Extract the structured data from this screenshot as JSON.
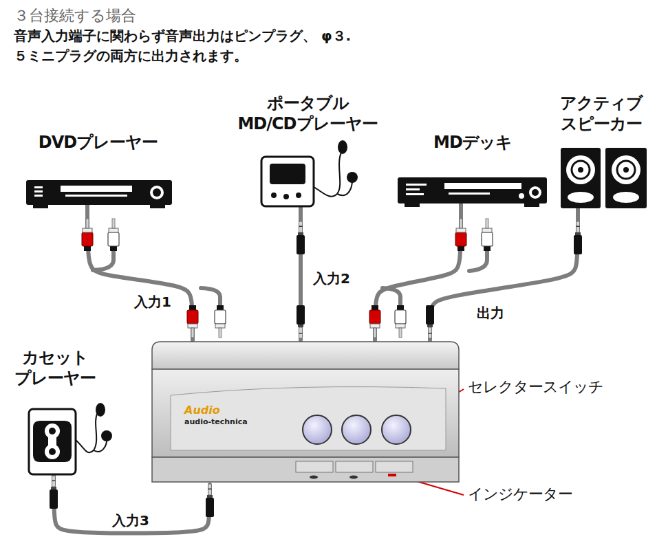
{
  "diagram": {
    "title": "３台接続する場合",
    "nodes": [
      {
        "text": [
          "DVDプレーヤー"
        ]
      },
      {
        "text": [
          "ポータブル MD/CDプレーヤー"
        ]
      },
      {
        "text": [
          "MDデッキ"
        ]
      },
      {
        "text": [
          "アクティブ スピーカー"
        ]
      },
      {
        "text": [
          "カセット プレーヤー"
        ]
      },
      {
        "text": [
          "Audio",
          "audio-technica"
        ]
      }
    ],
    "edges": [
      {
        "from": 0,
        "to": 5,
        "label": "入力1",
        "arrow": "none"
      },
      {
        "from": 1,
        "to": 5,
        "label": "入力2",
        "arrow": "none"
      },
      {
        "from": 5,
        "to": 2,
        "arrow": "none"
      },
      {
        "from": 5,
        "to": 3,
        "label": "出力",
        "arrow": "none"
      },
      {
        "from": 4,
        "to": 5,
        "label": "入力3",
        "arrow": "none"
      }
    ],
    "labels": [
      "音声入力端子に関わらず音声出力はピンプラグ、 φ３.５ミニプラグの両方に出力されます。",
      "1",
      "2",
      "3",
      "セレクタースイッチ",
      "インジケーター"
    ]
  }
}
